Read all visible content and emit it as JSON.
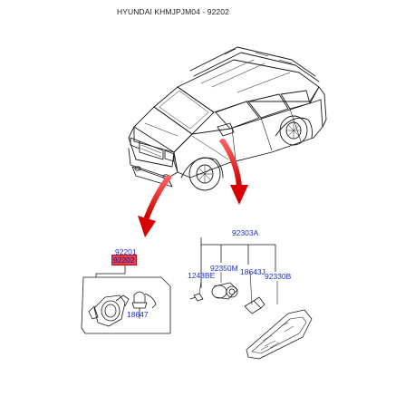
{
  "title": "HYUNDAI KHMJPJM04 - 92202",
  "parts": {
    "p92201": "92201",
    "p92202": "92202",
    "p18647": "18647",
    "p92303A": "92303A",
    "p92350M": "92350M",
    "p1243BE": "1243BE",
    "p18643J": "18643J",
    "p92330B": "92330B"
  },
  "colors": {
    "part_label": "#1a2fd8",
    "highlight": "#e8404a",
    "arrow": "#e00000",
    "line": "#1a1a1a"
  }
}
